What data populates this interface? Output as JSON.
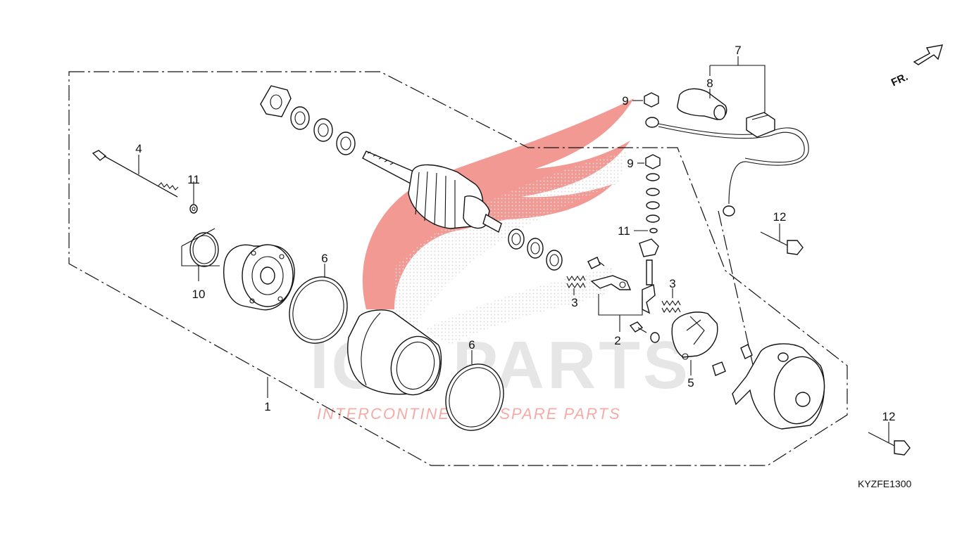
{
  "diagram_code": "KYZFE1300",
  "direction_indicator": "FR.",
  "watermark": {
    "brand": "ICS PARTS",
    "tagline": "INTERCONTINENTAL SPARE PARTS",
    "color_red": "#e8463c",
    "color_grey": "#c8c8c8"
  },
  "callouts": [
    {
      "id": "c1",
      "text": "1"
    },
    {
      "id": "c2",
      "text": "2"
    },
    {
      "id": "c3a",
      "text": "3"
    },
    {
      "id": "c3b",
      "text": "3"
    },
    {
      "id": "c4",
      "text": "4"
    },
    {
      "id": "c5",
      "text": "5"
    },
    {
      "id": "c6a",
      "text": "6"
    },
    {
      "id": "c6b",
      "text": "6"
    },
    {
      "id": "c7",
      "text": "7"
    },
    {
      "id": "c8",
      "text": "8"
    },
    {
      "id": "c9a",
      "text": "9"
    },
    {
      "id": "c9b",
      "text": "9"
    },
    {
      "id": "c10",
      "text": "10"
    },
    {
      "id": "c11a",
      "text": "11"
    },
    {
      "id": "c11b",
      "text": "11"
    },
    {
      "id": "c12a",
      "text": "12"
    },
    {
      "id": "c12b",
      "text": "12"
    }
  ]
}
